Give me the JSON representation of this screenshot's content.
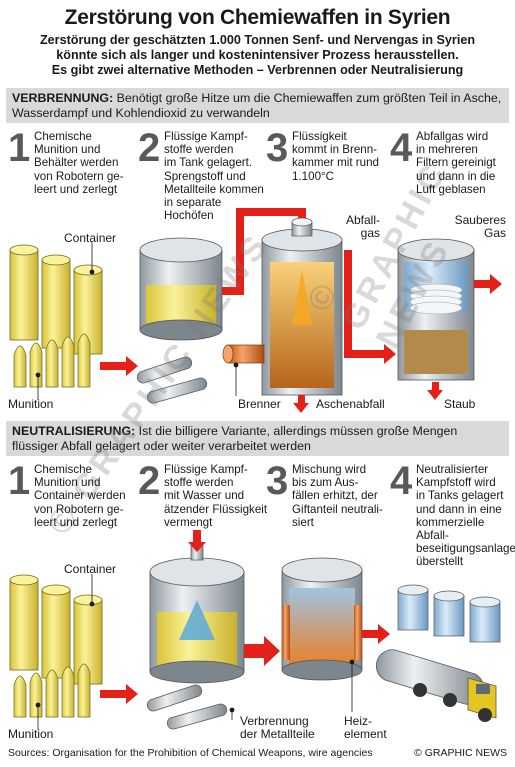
{
  "title": "Zerstörung von Chemiewaffen in Syrien",
  "subtitle": [
    "Zerstörung der geschätzten 1.000 Tonnen Senf- und Nervengas in Syrien",
    "könnte sich als langer und kostenintensiver Prozess herausstellen.",
    "Es gibt zwei alternative Methoden – Verbrennen oder Neutralisierung"
  ],
  "section1": {
    "heading": "VERBRENNUNG:",
    "text": "Benötigt große Hitze um die Chemiewaffen zum größten Teil in Asche, Wasserdampf und Kohlendioxid zu verwandeln",
    "steps": [
      {
        "num": "1",
        "lines": [
          "Chemische",
          "Munition und",
          "Behälter werden",
          "von Robotern ge-",
          "leert und zerlegt"
        ]
      },
      {
        "num": "2",
        "lines": [
          "Flüssige Kampf-",
          "stoffe werden",
          "im Tank gelagert.",
          "Sprengstoff und",
          "Metallteile kommen",
          "in separate",
          "Hochöfen"
        ]
      },
      {
        "num": "3",
        "lines": [
          "Flüssigkeit",
          "kommt in Brenn-",
          "kammer mit rund",
          "1.100°C"
        ]
      },
      {
        "num": "4",
        "lines": [
          "Abfallgas wird",
          "in mehreren",
          "Filtern gereinigt",
          "und dann in die",
          "Luft geblasen"
        ]
      }
    ],
    "labels": {
      "container": "Container",
      "munition": "Munition",
      "abfallgas": [
        "Abfall-",
        "gas"
      ],
      "sauberes_gas": [
        "Sauberes",
        "Gas"
      ],
      "brenner": "Brenner",
      "aschenabfall": "Aschenabfall",
      "staub": "Staub"
    }
  },
  "section2": {
    "heading": "NEUTRALISIERUNG:",
    "text": "Ist die billigere Variante, allerdings müssen große Mengen flüssiger Abfall gelagert oder weiter verarbeitet werden",
    "steps": [
      {
        "num": "1",
        "lines": [
          "Chemische",
          "Munition und",
          "Container werden",
          "von Robotern ge-",
          "leert und zerlegt"
        ]
      },
      {
        "num": "2",
        "lines": [
          "Flüssige Kampf-",
          "stoffe werden",
          "mit Wasser und",
          "ätzender Flüssigkeit",
          "vermengt"
        ]
      },
      {
        "num": "3",
        "lines": [
          "Mischung wird",
          "bis zum Aus-",
          "fällen erhitzt, der",
          "Giftanteil neutrali-",
          "siert"
        ]
      },
      {
        "num": "4",
        "lines": [
          "Neutralisierter",
          "Kampfstoff wird",
          "in Tanks gelagert",
          "und dann in eine",
          "kommerzielle Abfall-",
          "beseitigungsanlage",
          "überstellt"
        ]
      }
    ],
    "labels": {
      "container": "Container",
      "munition": "Munition",
      "verbrennung": [
        "Verbrennung",
        "der Metallteile"
      ],
      "heiz": [
        "Heiz-",
        "element"
      ]
    }
  },
  "footer": {
    "sources": "Sources: Organisation for the Prohibition of Chemical Weapons, wire agencies",
    "credit": "© GRAPHIC NEWS"
  },
  "watermark": "© GRAPHIC NEWS",
  "colors": {
    "arrow": "#e32119",
    "header_bg": "#d7d9db",
    "number": "#575a5d",
    "yellow": "#f3e66a",
    "steel": "#c9d0d6"
  }
}
